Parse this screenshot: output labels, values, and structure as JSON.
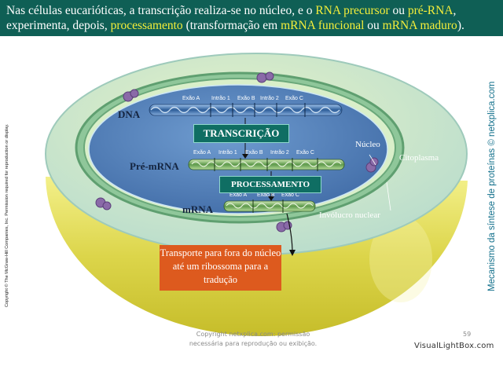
{
  "header": {
    "t1": "Nas células eucarióticas, a transcrição realiza-se no núcleo, e o ",
    "h1": "RNA precursor",
    "t2": " ou ",
    "h2": "pré-RNA",
    "t3": ", experimenta, depois, ",
    "h3": "processamento",
    "t4": " (transformação em ",
    "h4": "mRNA funcional",
    "t5": " ou ",
    "h5": "mRNA maduro",
    "t6": ")."
  },
  "labels": {
    "dna": "DNA",
    "pre_mrna": "Pré-mRNA",
    "mrna": "mRNA",
    "nucleo": "Núcleo",
    "citoplasma": "Citoplasma",
    "involucro": "Invólucro nuclear"
  },
  "steps": {
    "transcricao": "TRANSCRIÇÃO",
    "processamento": "PROCESSAMENTO",
    "transporte": "Transporte para fora do núcleo até um ribossoma para a tradução"
  },
  "dna_segments": [
    "Exão A",
    "Intrão 1",
    "Exão B",
    "Intrão 2",
    "Exão C"
  ],
  "pre_segments": [
    "Exão A",
    "Intrão 1",
    "Exão B",
    "Intrão 2",
    "Exão C"
  ],
  "mrna_segments": [
    "Exão A",
    "Exão B",
    "Exão C"
  ],
  "side_text": "Mecanismo da síntese de proteínas © netxplica.com",
  "copyright_side": "Copyright © The McGraw-Hill Companies, Inc. Permission required for reproduction or display.",
  "footer": {
    "line1": "Copyright netxplica.com: permissão",
    "line2": "necessária para reprodução ou exibição.",
    "page": "59",
    "brand": "VisualLightBox.com"
  },
  "colors": {
    "header_bg": "#0f5f55",
    "highlight": "#f4ee3a",
    "step_box": "#0f6e63",
    "transport_box": "#dd5a1e"
  }
}
